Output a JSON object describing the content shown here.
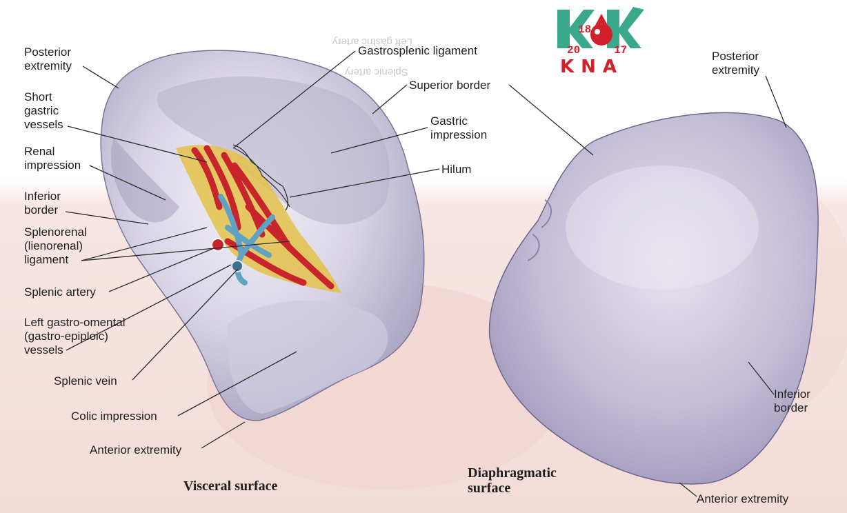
{
  "labels": {
    "posterior_extremity_left": "Posterior\nextremity",
    "short_gastric_vessels": "Short\ngastric\nvessels",
    "renal_impression": "Renal\nimpression",
    "inferior_border_left": "Inferior\nborder",
    "splenorenal_ligament": "Splenorenal\n(lienorenal)\nligament",
    "splenic_artery": "Splenic artery",
    "left_gastro_omental_vessels": "Left gastro-omental\n(gastro-epiploic)\nvessels",
    "splenic_vein": "Splenic vein",
    "colic_impression": "Colic impression",
    "anterior_extremity_left": "Anterior extremity",
    "gastrosplenic_ligament": "Gastrosplenic ligament",
    "superior_border": "Superior border",
    "gastric_impression": "Gastric\nimpression",
    "hilum": "Hilum",
    "posterior_extremity_right": "Posterior\nextremity",
    "inferior_border_right": "Inferior\nborder",
    "anterior_extremity_right": "Anterior extremity"
  },
  "captions": {
    "visceral": "Visceral surface",
    "diaphragmatic": "Diaphragmatic\nsurface"
  },
  "background_text": {
    "left_gastric_artery": "Left gastric artery",
    "splenic_artery": "Splenic artery"
  },
  "logo": {
    "top_number": "18",
    "left_number": "20",
    "right_number": "17",
    "bottom_text": "KNA",
    "colors": {
      "green": "#3aa88a",
      "red": "#d21f2a"
    }
  },
  "colors": {
    "spleen_surface": "#c7c3d8",
    "spleen_highlight": "#eeeaf4",
    "spleen_shadow": "#8f8aa8",
    "artery_red": "#c8242c",
    "vein_blue": "#5fa2c4",
    "fat_yellow": "#e3c24a",
    "background_pink": "#f6e4e2",
    "leader_line": "#2b2b2b"
  }
}
